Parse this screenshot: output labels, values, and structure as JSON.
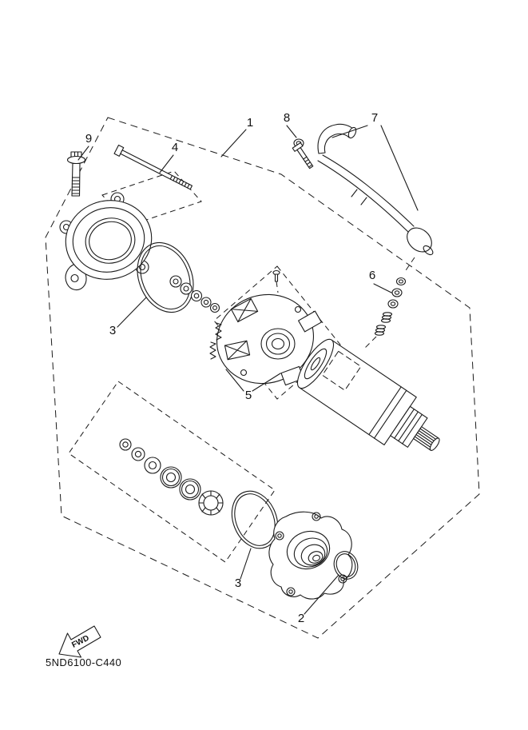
{
  "diagram": {
    "code": "5ND6100-C440",
    "fwd_label": "FWD"
  },
  "callouts": [
    {
      "label": "1"
    },
    {
      "label": "2"
    },
    {
      "label": "3"
    },
    {
      "label": "3"
    },
    {
      "label": "4"
    },
    {
      "label": "5"
    },
    {
      "label": "6"
    },
    {
      "label": "7"
    },
    {
      "label": "8"
    },
    {
      "label": "9"
    }
  ]
}
